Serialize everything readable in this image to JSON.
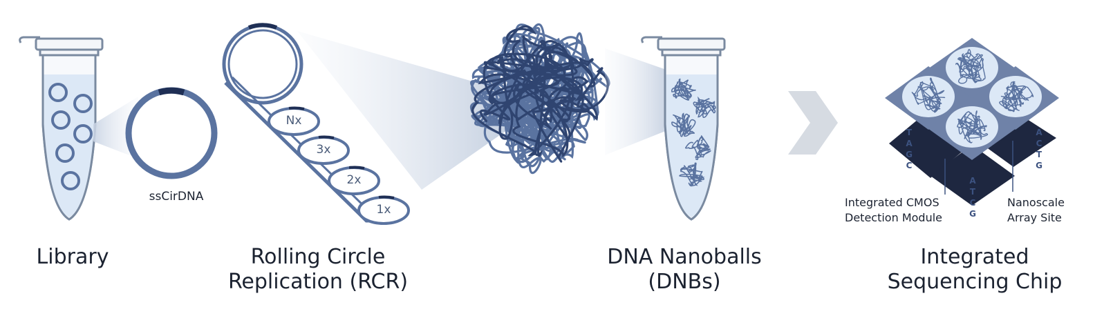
{
  "stages": {
    "library": "Library",
    "rcr_line1": "Rolling Circle",
    "rcr_line2": "Replication (RCR)",
    "dnb_line1": "DNA Nanoballs",
    "dnb_line2": "(DNBs)",
    "chip_line1": "Integrated",
    "chip_line2": "Sequencing Chip"
  },
  "labels": {
    "sscirdna": "ssCirDNA",
    "cmos_line1": "Integrated CMOS",
    "cmos_line2": "Detection Module",
    "array_line1": "Nanoscale",
    "array_line2": "Array Site"
  },
  "multiples": [
    "Nx",
    "3x",
    "2x",
    "1x"
  ],
  "bases": {
    "left": [
      "T",
      "A",
      "G",
      "C"
    ],
    "bottom": [
      "A",
      "T",
      "C",
      "G"
    ],
    "right": [
      "A",
      "C",
      "T",
      "G"
    ]
  },
  "colors": {
    "strand": "#5a73a0",
    "strand_dark": "#1f2f55",
    "tube_liquid": "#dce8f6",
    "chip_tile": "#6f82a8",
    "chip_dark": "#1e2740",
    "arrow": "#d6dbe2",
    "text": "#1b2230"
  }
}
